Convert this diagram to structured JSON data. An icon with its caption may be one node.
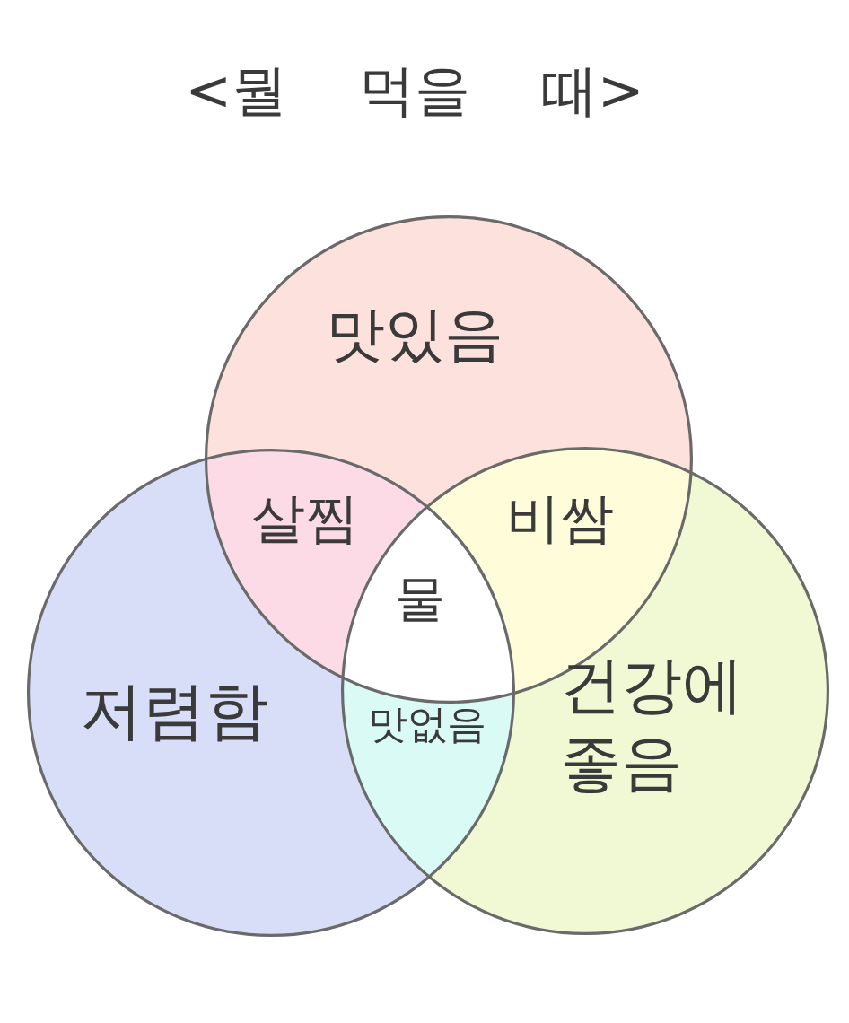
{
  "diagram": {
    "title": "<뭘 먹을 때>",
    "nodes": [
      {
        "text": [
          "맛있음"
        ]
      },
      {
        "text": [
          "저렴함"
        ]
      },
      {
        "text": [
          "건강에 좋음"
        ]
      }
    ],
    "labels": [
      "살찜",
      "비쌈",
      "물",
      "맛없음"
    ]
  }
}
